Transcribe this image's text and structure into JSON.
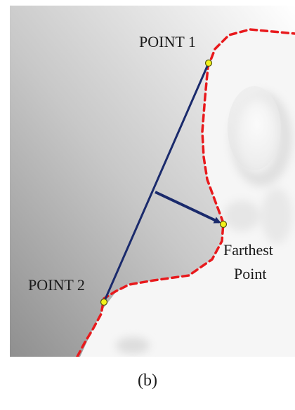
{
  "labels": {
    "point1": "POINT 1",
    "point2": "POINT 2",
    "farthest_line1": "Farthest",
    "farthest_line2": "Point"
  },
  "caption": "(b)",
  "colors": {
    "background_gradient_top": "#ffffff",
    "background_gradient_bottom": "#9a9a9a",
    "silhouette": "#f7f7f7",
    "contour": "#e8191c",
    "line": "#1a2a6c",
    "point_fill": "#f2f21a",
    "point_stroke": "#555511"
  }
}
